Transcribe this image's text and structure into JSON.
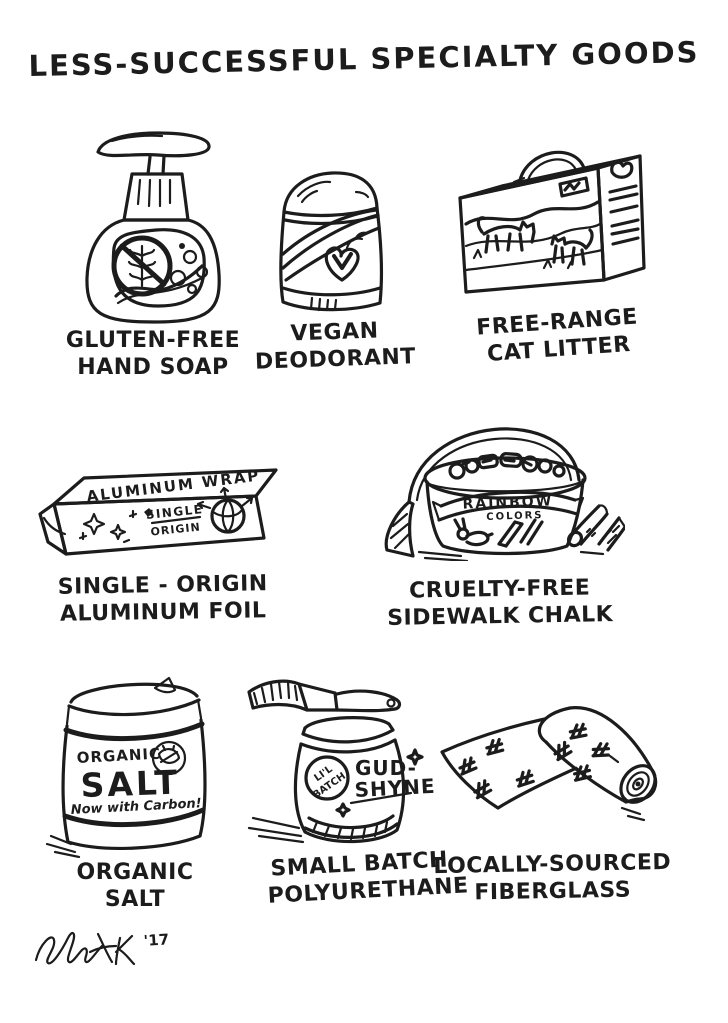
{
  "colors": {
    "ink": "#1c1c1c",
    "paper": "#ffffff"
  },
  "title": "LESS-SUCCESSFUL SPECIALTY GOODS",
  "items": [
    {
      "id": "hand-soap",
      "caption": [
        "GLUTEN-FREE",
        "HAND SOAP"
      ]
    },
    {
      "id": "deodorant",
      "caption": [
        "VEGAN",
        "DEODORANT"
      ]
    },
    {
      "id": "cat-litter",
      "caption": [
        "FREE-RANGE",
        "CAT LITTER"
      ]
    },
    {
      "id": "aluminum-foil",
      "caption": [
        "SINGLE - ORIGIN",
        "ALUMINUM FOIL"
      ],
      "art_text": {
        "top": "ALUMINUM WRAP",
        "line1": "SINGLE",
        "line2": "ORIGIN"
      }
    },
    {
      "id": "sidewalk-chalk",
      "caption": [
        "CRUELTY-FREE",
        "SIDEWALK CHALK"
      ],
      "art_text": {
        "banner1": "RAINBOW",
        "banner2": "COLORS"
      }
    },
    {
      "id": "organic-salt",
      "caption": [
        "ORGANIC",
        "SALT"
      ],
      "art_text": {
        "label_top": "ORGANIC",
        "label_main": "SALT",
        "label_sub": "Now with Carbon!"
      }
    },
    {
      "id": "polyurethane",
      "caption": [
        "SMALL BATCH",
        "POLYURETHANE"
      ],
      "art_text": {
        "brand1": "GUD-",
        "brand2": "SHYNE",
        "badge1": "LI'L",
        "badge2": "BATCH"
      }
    },
    {
      "id": "fiberglass",
      "caption": [
        "LOCALLY-SOURCED",
        "FIBERGLASS"
      ]
    }
  ],
  "signature": {
    "year": "'17"
  }
}
